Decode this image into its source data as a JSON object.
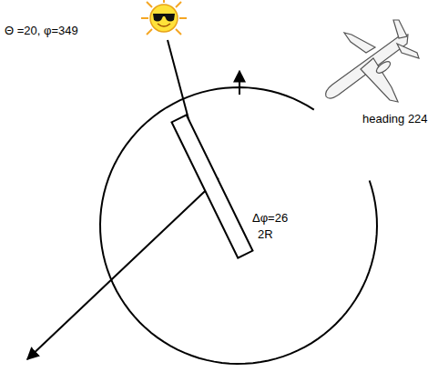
{
  "diagram": {
    "labels": [
      "Θ =20, φ=349",
      "heading 224",
      "Δφ=26",
      "2R"
    ]
  }
}
